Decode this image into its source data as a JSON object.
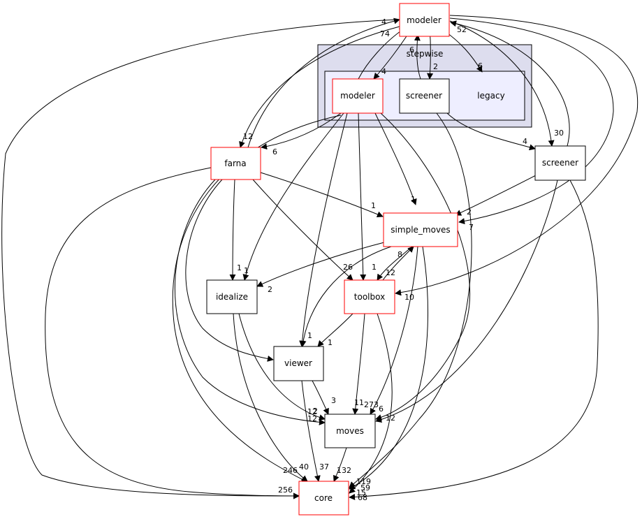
{
  "diagram": {
    "clusters": [
      {
        "id": "stepwise",
        "label": "stepwise",
        "fill": "#ddddee",
        "stroke": "#000000"
      },
      {
        "id": "stepwise_inner",
        "label": "",
        "fill": "#eeeeff",
        "stroke": "#000000"
      }
    ],
    "nodes": [
      {
        "id": "modeler_top",
        "label": "modeler",
        "border": "#ff0000"
      },
      {
        "id": "stepwise_modeler",
        "label": "modeler",
        "border": "#ff0000"
      },
      {
        "id": "stepwise_screener",
        "label": "screener",
        "border": "#000000"
      },
      {
        "id": "legacy",
        "label": "legacy",
        "border": "none"
      },
      {
        "id": "farna",
        "label": "farna",
        "border": "#ff0000"
      },
      {
        "id": "screener",
        "label": "screener",
        "border": "#000000"
      },
      {
        "id": "simple_moves",
        "label": "simple_moves",
        "border": "#ff0000"
      },
      {
        "id": "idealize",
        "label": "idealize",
        "border": "#000000"
      },
      {
        "id": "toolbox",
        "label": "toolbox",
        "border": "#ff0000"
      },
      {
        "id": "viewer",
        "label": "viewer",
        "border": "#000000"
      },
      {
        "id": "moves",
        "label": "moves",
        "border": "#000000"
      },
      {
        "id": "core",
        "label": "core",
        "border": "#ff0000"
      }
    ],
    "edge_labels": [
      "4",
      "74",
      "52",
      "6",
      "2",
      "6",
      "4",
      "12",
      "6",
      "30",
      "4",
      "1",
      "2",
      "7",
      "1",
      "1",
      "2",
      "26",
      "1",
      "8",
      "12",
      "10",
      "1",
      "1",
      "1",
      "3",
      "2",
      "12",
      "12",
      "11",
      "273",
      "6",
      "12",
      "246",
      "40",
      "37",
      "132",
      "256",
      "119",
      "59",
      "15",
      "68"
    ]
  }
}
